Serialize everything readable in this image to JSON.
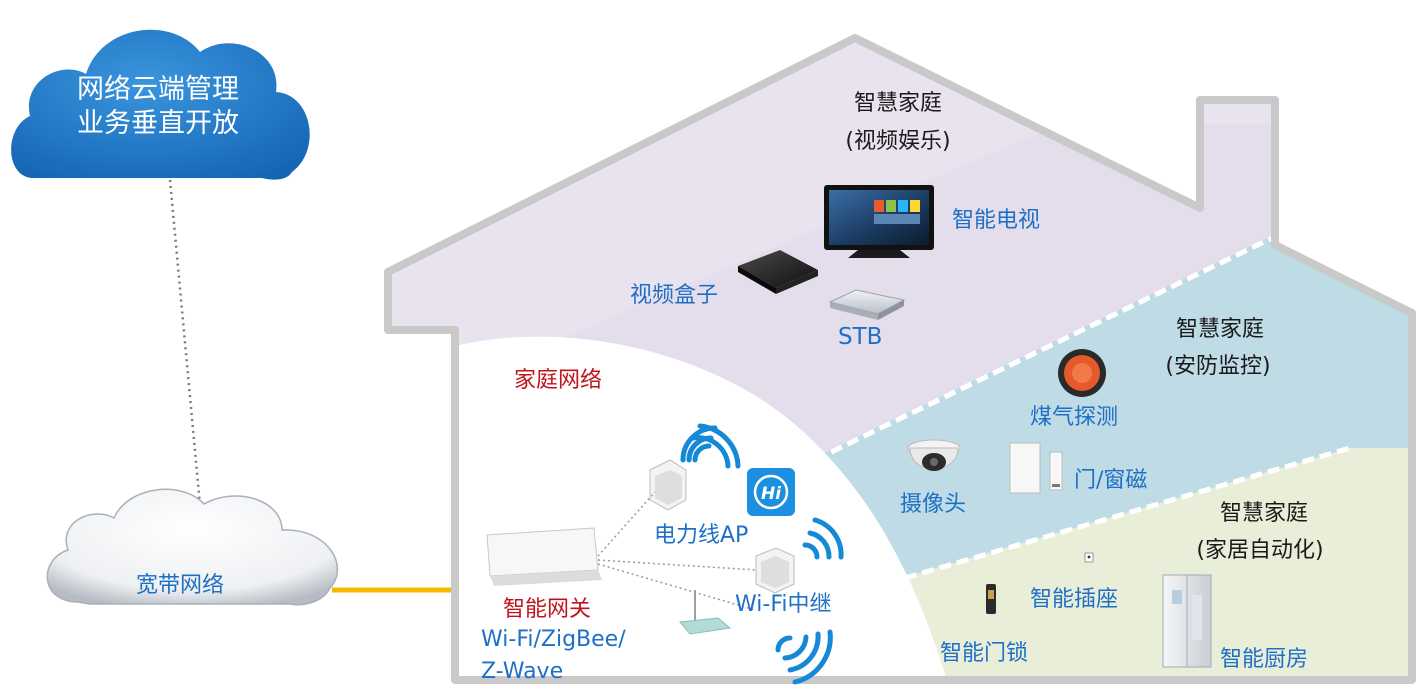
{
  "cloud": {
    "line1": "网络云端管理",
    "line2": "业务垂直开放"
  },
  "broadband": {
    "label": "宽带网络"
  },
  "house": {
    "entertainment": {
      "title": "智慧家庭",
      "subtitle": "(视频娱乐)"
    },
    "security": {
      "title": "智慧家庭",
      "subtitle": "(安防监控)"
    },
    "automation": {
      "title": "智慧家庭",
      "subtitle": "(家居自动化)"
    },
    "home_network": "家庭网络"
  },
  "devices": {
    "smart_tv": "智能电视",
    "video_box": "视频盒子",
    "stb": "STB",
    "gas_detector": "煤气探测",
    "camera": "摄像头",
    "door_sensor": "门/窗磁",
    "smart_socket": "智能插座",
    "smart_lock": "智能门锁",
    "smart_kitchen": "智能厨房",
    "powerline_ap": "电力线AP",
    "wifi_repeater": "Wi-Fi中继",
    "gateway": "智能网关",
    "gateway_protocols_1": "Wi-Fi/ZigBee/",
    "gateway_protocols_2": "Z-Wave",
    "app_badge": "Hi"
  },
  "colors": {
    "cloud_blue": "#1e78c8",
    "house_outline": "#c8c8c8",
    "entertainment_zone": "#e8e0ee",
    "security_zone": "#bcdbe6",
    "automation_zone": "#e8ecd6",
    "broadband_link": "#f5b800",
    "label_blue": "#1e6fc6",
    "label_red": "#c0141c"
  }
}
